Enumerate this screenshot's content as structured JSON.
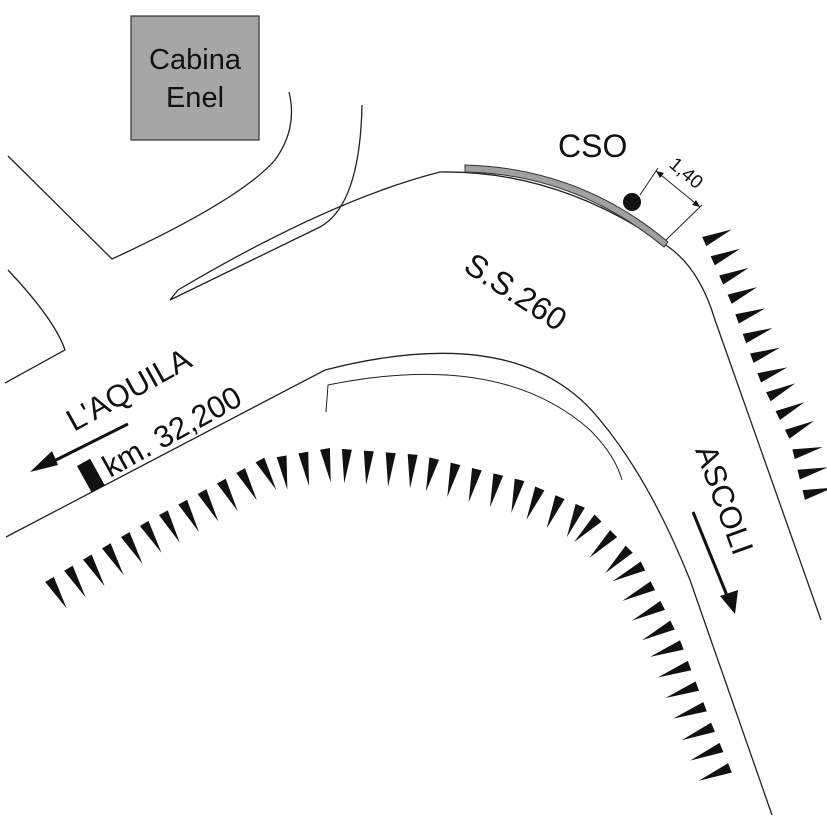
{
  "building": {
    "line1": "Cabina",
    "line2": "Enel",
    "fill": "#a6a6a6"
  },
  "road_name": "S.S.260",
  "station": {
    "label": "CSO",
    "dimension": "1,40",
    "platform_fill": "#a0a0a0"
  },
  "directions": {
    "west": "L'AQUILA",
    "south": "ASCOLI"
  },
  "kilometre": "km. 32,200",
  "colors": {
    "line": "#222222",
    "marker": "#111111"
  }
}
